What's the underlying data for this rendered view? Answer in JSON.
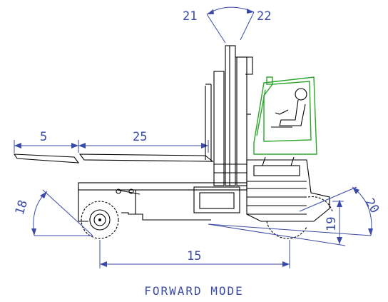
{
  "caption": "FORWARD MODE",
  "dimensions": {
    "d21": "21",
    "d22": "22",
    "d5": "5",
    "d25": "25",
    "d18": "18",
    "d15": "15",
    "d19": "19",
    "d20": "20"
  },
  "colors": {
    "dimension": "#3a4aa8",
    "cab": "#2aa52a",
    "outline": "#000000"
  }
}
